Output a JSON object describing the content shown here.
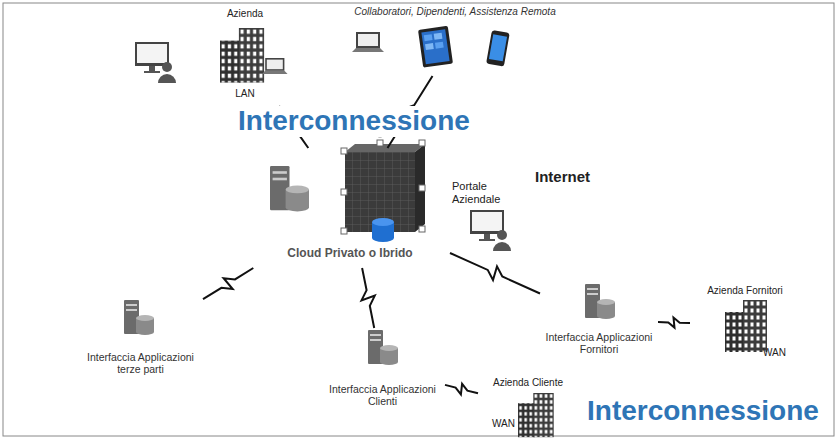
{
  "diagram": {
    "nodes": [
      {
        "text": [
          "Azienda",
          "LAN"
        ]
      },
      {
        "text": [
          "Collaboratori, Dipendenti, Assistenza Remota"
        ]
      },
      {
        "text": [
          "Internet"
        ]
      },
      {
        "text": [
          "Cloud Privato o Ibrido"
        ],
        "in": 2
      },
      {
        "text": [
          "Portale Aziendale"
        ],
        "in": 2
      },
      {
        "text": [
          "Interfaccia Applicazioni terze parti"
        ],
        "in": 2
      },
      {
        "text": [
          "Interfaccia Applicazioni Clienti"
        ],
        "in": 2
      },
      {
        "text": [
          "Interfaccia Applicazioni Fornitori"
        ],
        "in": 2
      },
      {
        "text": [
          "Azienda Cliente",
          "WAN"
        ]
      },
      {
        "text": [
          "Azienda Fornitori",
          "WAN"
        ]
      }
    ],
    "edges": [
      {
        "from": 0,
        "to": 3,
        "arrow": "none"
      },
      {
        "from": 1,
        "to": 3,
        "arrow": "none"
      },
      {
        "from": 3,
        "to": 5,
        "arrow": "none"
      },
      {
        "from": 3,
        "to": 6,
        "arrow": "none"
      },
      {
        "from": 3,
        "to": 7,
        "arrow": "none"
      },
      {
        "from": 6,
        "to": 8,
        "arrow": "none"
      },
      {
        "from": 7,
        "to": 9,
        "arrow": "none"
      }
    ],
    "labels": [
      "Interconnessione",
      "Interconnessione"
    ]
  }
}
